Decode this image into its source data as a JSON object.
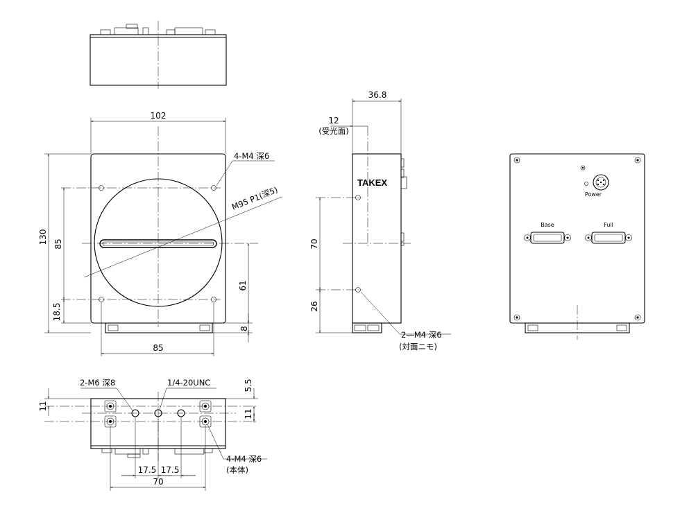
{
  "dimensions": {
    "top_width": "102",
    "left_height_total": "130",
    "left_hole_pitch": "85",
    "left_bottom_offset": "18.5",
    "right_center_to_bottom": "61",
    "right_foot": "8",
    "bottom_hole_pitch": "85",
    "side_depth": "36.8",
    "side_sensor_depth": "12",
    "side_sensor_label": "(受光面)",
    "side_hole_pitch": "70",
    "side_hole_offset": "26",
    "bv_hole_offset_top": "5.5",
    "bv_left_11": "11",
    "bv_right_11": "11",
    "bv_pitch_a": "17.5",
    "bv_pitch_b": "17.5",
    "bv_total": "70"
  },
  "labels": {
    "front_holes": "4-M4 深6",
    "mount_thread": "M95 P1(深5)",
    "side_holes_1": "2―M4 深6",
    "side_holes_2": "(対面ニモ)",
    "bv_m6": "2-M6 深8",
    "bv_tripod": "1/4-20UNC",
    "bv_m4_1": "4-M4 深6",
    "bv_m4_2": "(本体)"
  },
  "brand": "TAKEX",
  "rear_panel": {
    "power": "Power",
    "base": "Base",
    "full": "Full"
  }
}
